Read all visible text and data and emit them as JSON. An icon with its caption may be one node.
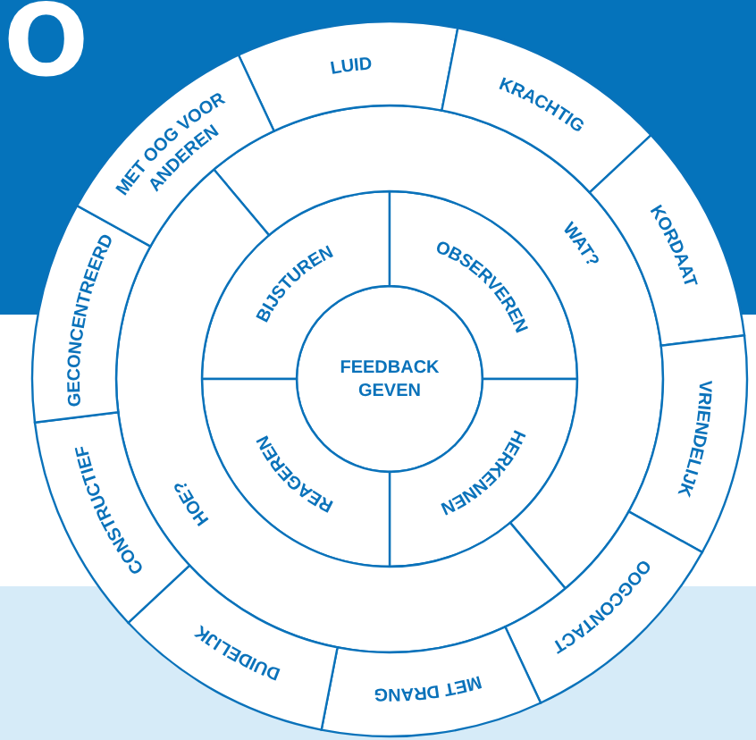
{
  "diagram": {
    "nodes": [
      {
        "text": [
          "FEEDBACK GEVEN"
        ]
      },
      {
        "text": [
          "BIJSTUREN"
        ]
      },
      {
        "text": [
          "OBSERVEREN"
        ]
      },
      {
        "text": [
          "HERKENNEN"
        ]
      },
      {
        "text": [
          "REAGEREN"
        ]
      },
      {
        "text": [
          "WAT?"
        ]
      },
      {
        "text": [
          "HOE?"
        ]
      },
      {
        "text": [
          "LUID"
        ]
      },
      {
        "text": [
          "KRACHTIG"
        ]
      },
      {
        "text": [
          "KORDAAT"
        ]
      },
      {
        "text": [
          "VRIENDELIJK"
        ]
      },
      {
        "text": [
          "OOGCONTACT"
        ]
      },
      {
        "text": [
          "MET DRANG"
        ]
      },
      {
        "text": [
          "DUIDELIJK"
        ]
      },
      {
        "text": [
          "CONSTRUCTIEF"
        ]
      },
      {
        "text": [
          "GECONCENTREERD"
        ]
      },
      {
        "text": [
          "MET OOG VOOR ANDEREN"
        ]
      }
    ],
    "labels": [
      "O"
    ]
  }
}
